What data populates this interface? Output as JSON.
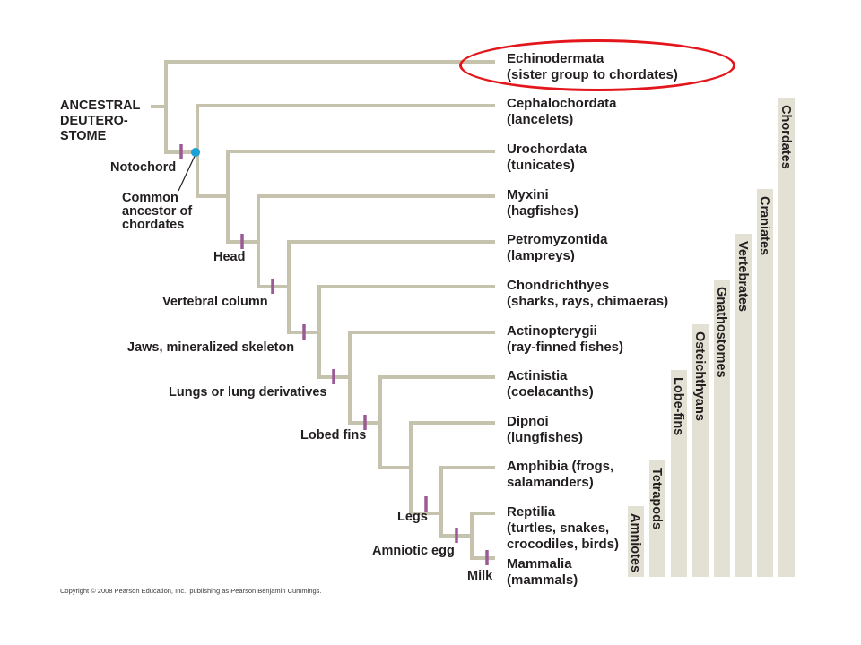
{
  "root_label": [
    "ANCESTRAL",
    "DEUTERO-",
    "STOME"
  ],
  "taxa": [
    {
      "lines": [
        "Echinodermata",
        "(sister group to chordates)"
      ]
    },
    {
      "lines": [
        "Cephalochordata",
        "(lancelets)"
      ]
    },
    {
      "lines": [
        "Urochordata",
        "(tunicates)"
      ]
    },
    {
      "lines": [
        "Myxini",
        "(hagfishes)"
      ]
    },
    {
      "lines": [
        "Petromyzontida",
        "(lampreys)"
      ]
    },
    {
      "lines": [
        "Chondrichthyes",
        "(sharks, rays, chimaeras)"
      ]
    },
    {
      "lines": [
        "Actinopterygii",
        "(ray-finned fishes)"
      ]
    },
    {
      "lines": [
        "Actinistia",
        "(coelacanths)"
      ]
    },
    {
      "lines": [
        "Dipnoi",
        "(lungfishes)"
      ]
    },
    {
      "lines": [
        "Amphibia (frogs,",
        "salamanders)"
      ]
    },
    {
      "lines": [
        "Reptilia",
        "(turtles, snakes,",
        "crocodiles, birds)"
      ]
    },
    {
      "lines": [
        "Mammalia",
        "(mammals)"
      ]
    }
  ],
  "traits": {
    "notochord": "Notochord",
    "common_ancestor": "Common\nancestor of\nchordates",
    "head": "Head",
    "vertebral_column": "Vertebral column",
    "jaws": "Jaws, mineralized skeleton",
    "lungs": "Lungs or lung derivatives",
    "lobed_fins": "Lobed fins",
    "legs": "Legs",
    "amniotic_egg": "Amniotic egg",
    "milk": "Milk"
  },
  "groups": [
    "Amniotes",
    "Tetrapods",
    "Lobe-fins",
    "Osteichthyans",
    "Gnathostomes",
    "Vertebrates",
    "Craniates",
    "Chordates"
  ],
  "colors": {
    "branch": "#c5c3ad",
    "trait_tick": "#9b5a96",
    "ancestor_dot": "#1ba0d8",
    "group_bar": "#e3e1d4",
    "highlight": "#e3161b"
  },
  "copyright": "Copyright © 2008 Pearson Education, Inc., publishing as Pearson Benjamin Cummings."
}
